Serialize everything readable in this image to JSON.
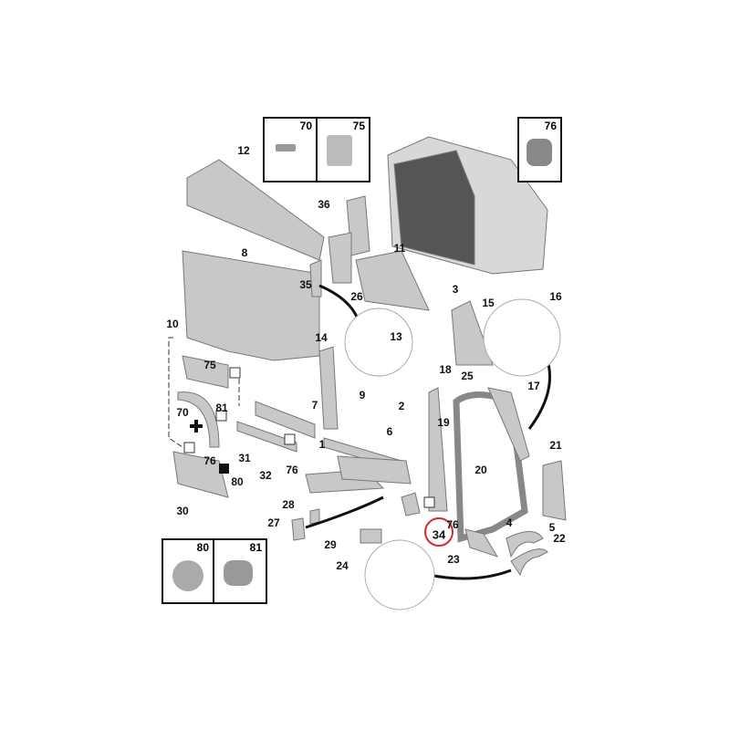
{
  "labels": [
    "12",
    "36",
    "11",
    "8",
    "35",
    "26",
    "3",
    "15",
    "16",
    "13",
    "10",
    "14",
    "75",
    "9",
    "18",
    "25",
    "17",
    "2",
    "81",
    "7",
    "70",
    "6",
    "19",
    "31",
    "76",
    "1",
    "21",
    "32",
    "76",
    "20",
    "80",
    "30",
    "28",
    "27",
    "76",
    "34",
    "4",
    "5",
    "22",
    "29",
    "24",
    "23"
  ],
  "fastener_boxes": {
    "top_left": [
      "70",
      "75"
    ],
    "top_right": [
      "76"
    ],
    "bottom_left": [
      "80",
      "81"
    ]
  },
  "highlighted_part": "34",
  "colors": {
    "part": "#c9c9c9",
    "highlight": "#d42a2a"
  }
}
